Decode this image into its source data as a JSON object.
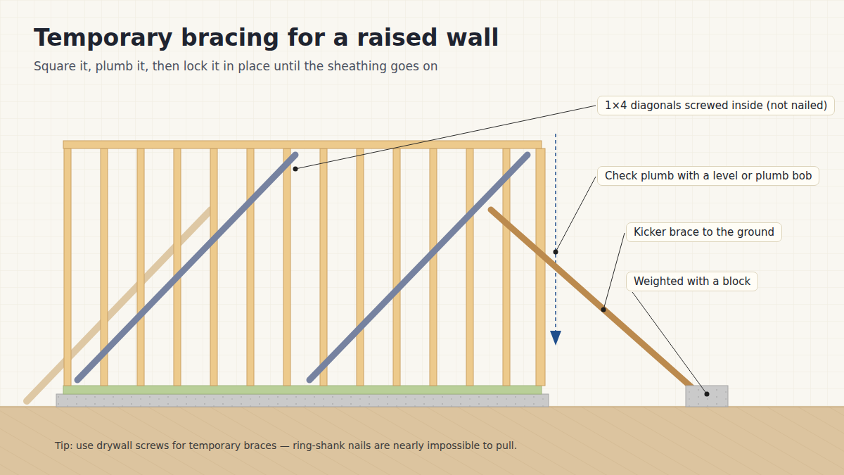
{
  "diagram": {
    "title": "Temporary bracing for a raised wall",
    "nodes": [
      {
        "text": [
          "1×4 diagonals screwed inside (not nailed)"
        ]
      },
      {
        "text": [
          "Check plumb with a level or plumb bob"
        ]
      },
      {
        "text": [
          "Kicker brace to the ground"
        ]
      },
      {
        "text": [
          "Weighted with a block"
        ]
      }
    ],
    "labels": [
      "Square it, plumb it, then lock it in place until the sheathing goes on",
      "Tip: use drywall screws for temporary braces — ring-shank nails are nearly impossible to pull."
    ]
  }
}
